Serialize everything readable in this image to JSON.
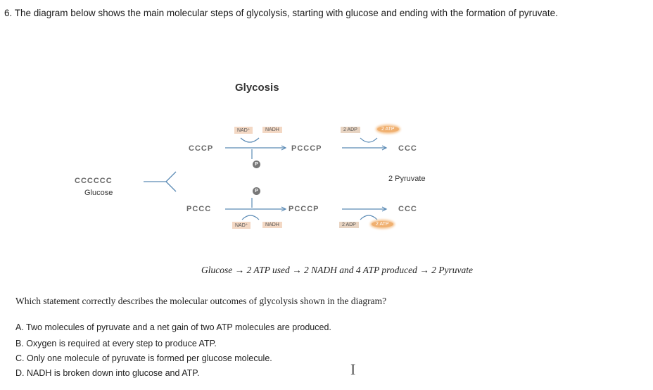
{
  "question": "6. The diagram below shows the main molecular steps of glycolysis, starting with glucose and ending with the formation of pyruvate.",
  "diagram": {
    "title": "Glycosis",
    "glucose_chain": "CCCCCC",
    "glucose_label": "Glucose",
    "top": {
      "chain1": "CCCP",
      "nad": "NAD⁺",
      "nadh": "NADH",
      "phosphate": "P",
      "chain2": "PCCCP",
      "adp": "2 ADP",
      "atp": "2 ATP",
      "pyruvate": "CCC"
    },
    "bottom": {
      "chain1": "PCCC",
      "phosphate": "P",
      "nad": "NAD⁺",
      "nadh": "NADH",
      "chain2": "PCCCP",
      "adp": "2 ADP",
      "atp": "2 ATP",
      "pyruvate": "CCC"
    },
    "pyruvate_label": "2 Pyruvate"
  },
  "equation": "Glucose → 2 ATP used → 2 NADH and 4 ATP produced → 2 Pyruvate",
  "prompt": "Which statement correctly describes the molecular outcomes of glycolysis shown in the diagram?",
  "options": [
    "A. Two molecules of pyruvate and a net gain of two ATP molecules are produced.",
    "B. Oxygen is required at every step to produce ATP.",
    "C. Only one molecule of pyruvate is formed per glucose molecule.",
    "D. NADH is broken down into glucose and ATP."
  ]
}
